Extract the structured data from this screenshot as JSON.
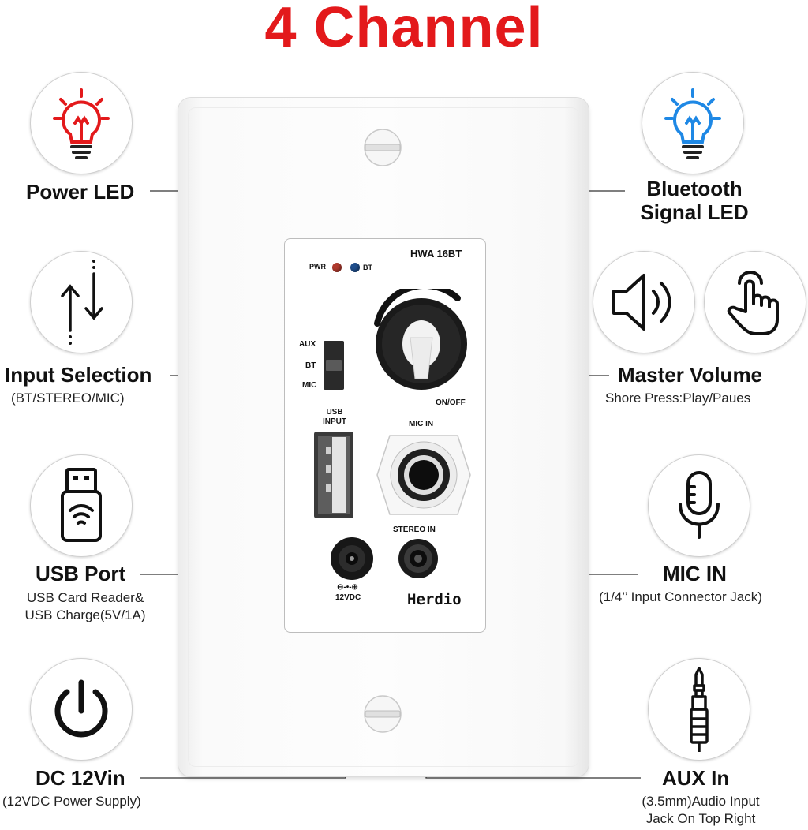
{
  "title": "4 Channel",
  "colors": {
    "title": "#e3191b",
    "power_led": "#b03a2e",
    "bt_led": "#1f4e8c",
    "bulb_red": "#e3191b",
    "bulb_blue": "#1e88e5"
  },
  "features": {
    "power_led": {
      "label": "Power LED",
      "icon": "bulb-red-icon"
    },
    "bluetooth_led": {
      "label_line1": "Bluetooth",
      "label_line2": "Signal LED",
      "icon": "bulb-blue-icon"
    },
    "input_selection": {
      "label": "Input Selection",
      "sub": "(BT/STEREO/MIC)",
      "icon": "up-down-arrows-icon"
    },
    "master_volume": {
      "label": "Master Volume",
      "sub": "Shore Press:Play/Paues",
      "icons": [
        "speaker-icon",
        "touch-hand-icon"
      ]
    },
    "usb_port": {
      "label": "USB Port",
      "sub1": "USB Card Reader&",
      "sub2": "USB Charge(5V/1A)",
      "icon": "usb-stick-icon"
    },
    "mic_in": {
      "label": "MIC IN",
      "sub": "(1/4’’ Input Connector Jack)",
      "icon": "microphone-icon"
    },
    "dc_in": {
      "label": "DC 12Vin",
      "sub": "(12VDC Power Supply)",
      "icon": "power-icon"
    },
    "aux_in": {
      "label": "AUX In",
      "sub1": "(3.5mm)Audio Input",
      "sub2": "Jack On Top Right",
      "icon": "audio-jack-icon"
    }
  },
  "device": {
    "model": "HWA 16BT",
    "pwr": "PWR",
    "bt": "BT",
    "switch_options": [
      "AUX",
      "BT",
      "MIC"
    ],
    "knob_label": "ON/OFF",
    "usb_label_line1": "USB",
    "usb_label_line2": "INPUT",
    "mic_label": "MIC IN",
    "stereo_label": "STEREO IN",
    "dc_symbol": "⊖-•-⊕",
    "dc_label": "12VDC",
    "brand": "Herdio"
  }
}
